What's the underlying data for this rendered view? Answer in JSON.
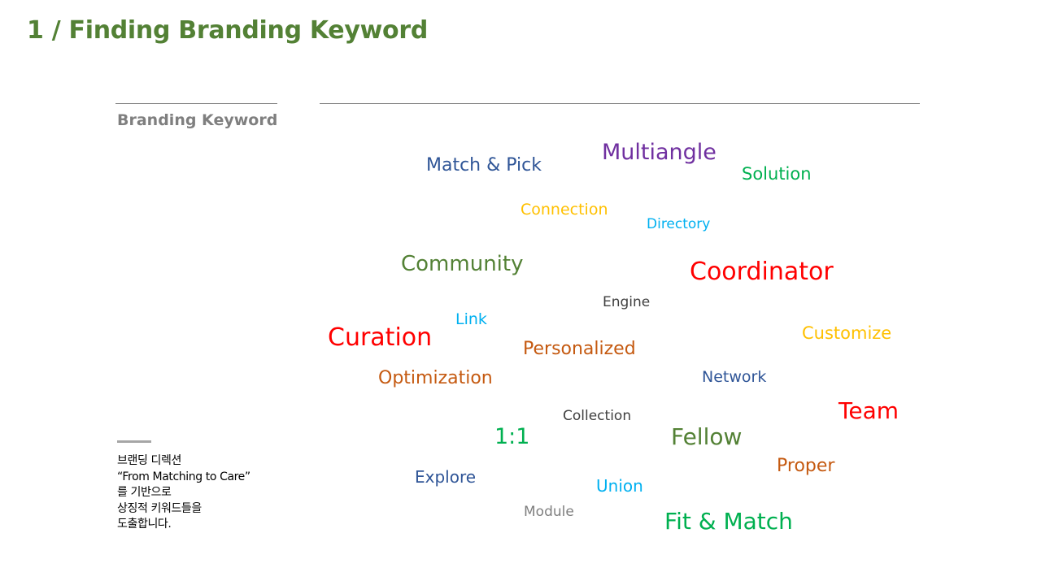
{
  "title": "1 / Finding Branding Keyword",
  "section_label": "Branding Keyword",
  "note_lines": [
    "브랜딩 디렉션",
    "“From Matching to Care”",
    "를 기반으로",
    "상징적 키워드들을",
    "도출합니다."
  ],
  "keywords": [
    {
      "text": "Match & Pick",
      "color": "#2f5597"
    },
    {
      "text": "Multiangle",
      "color": "#7030a0"
    },
    {
      "text": "Solution",
      "color": "#00b050"
    },
    {
      "text": "Connection",
      "color": "#ffc000"
    },
    {
      "text": "Directory",
      "color": "#00b0f0"
    },
    {
      "text": "Community",
      "color": "#538135"
    },
    {
      "text": "Coordinator",
      "color": "#ff0000"
    },
    {
      "text": "Engine",
      "color": "#404040"
    },
    {
      "text": "Link",
      "color": "#00b0f0"
    },
    {
      "text": "Curation",
      "color": "#ff0000"
    },
    {
      "text": "Personalized",
      "color": "#c55a11"
    },
    {
      "text": "Customize",
      "color": "#ffc000"
    },
    {
      "text": "Optimization",
      "color": "#c55a11"
    },
    {
      "text": "Network",
      "color": "#2f5597"
    },
    {
      "text": "Collection",
      "color": "#404040"
    },
    {
      "text": "Team",
      "color": "#ff0000"
    },
    {
      "text": "1:1",
      "color": "#00b050"
    },
    {
      "text": "Fellow",
      "color": "#538135"
    },
    {
      "text": "Proper",
      "color": "#c55a11"
    },
    {
      "text": "Explore",
      "color": "#2f5597"
    },
    {
      "text": "Union",
      "color": "#00b0f0"
    },
    {
      "text": "Module",
      "color": "#7f7f7f"
    },
    {
      "text": "Fit & Match",
      "color": "#00b050"
    }
  ]
}
